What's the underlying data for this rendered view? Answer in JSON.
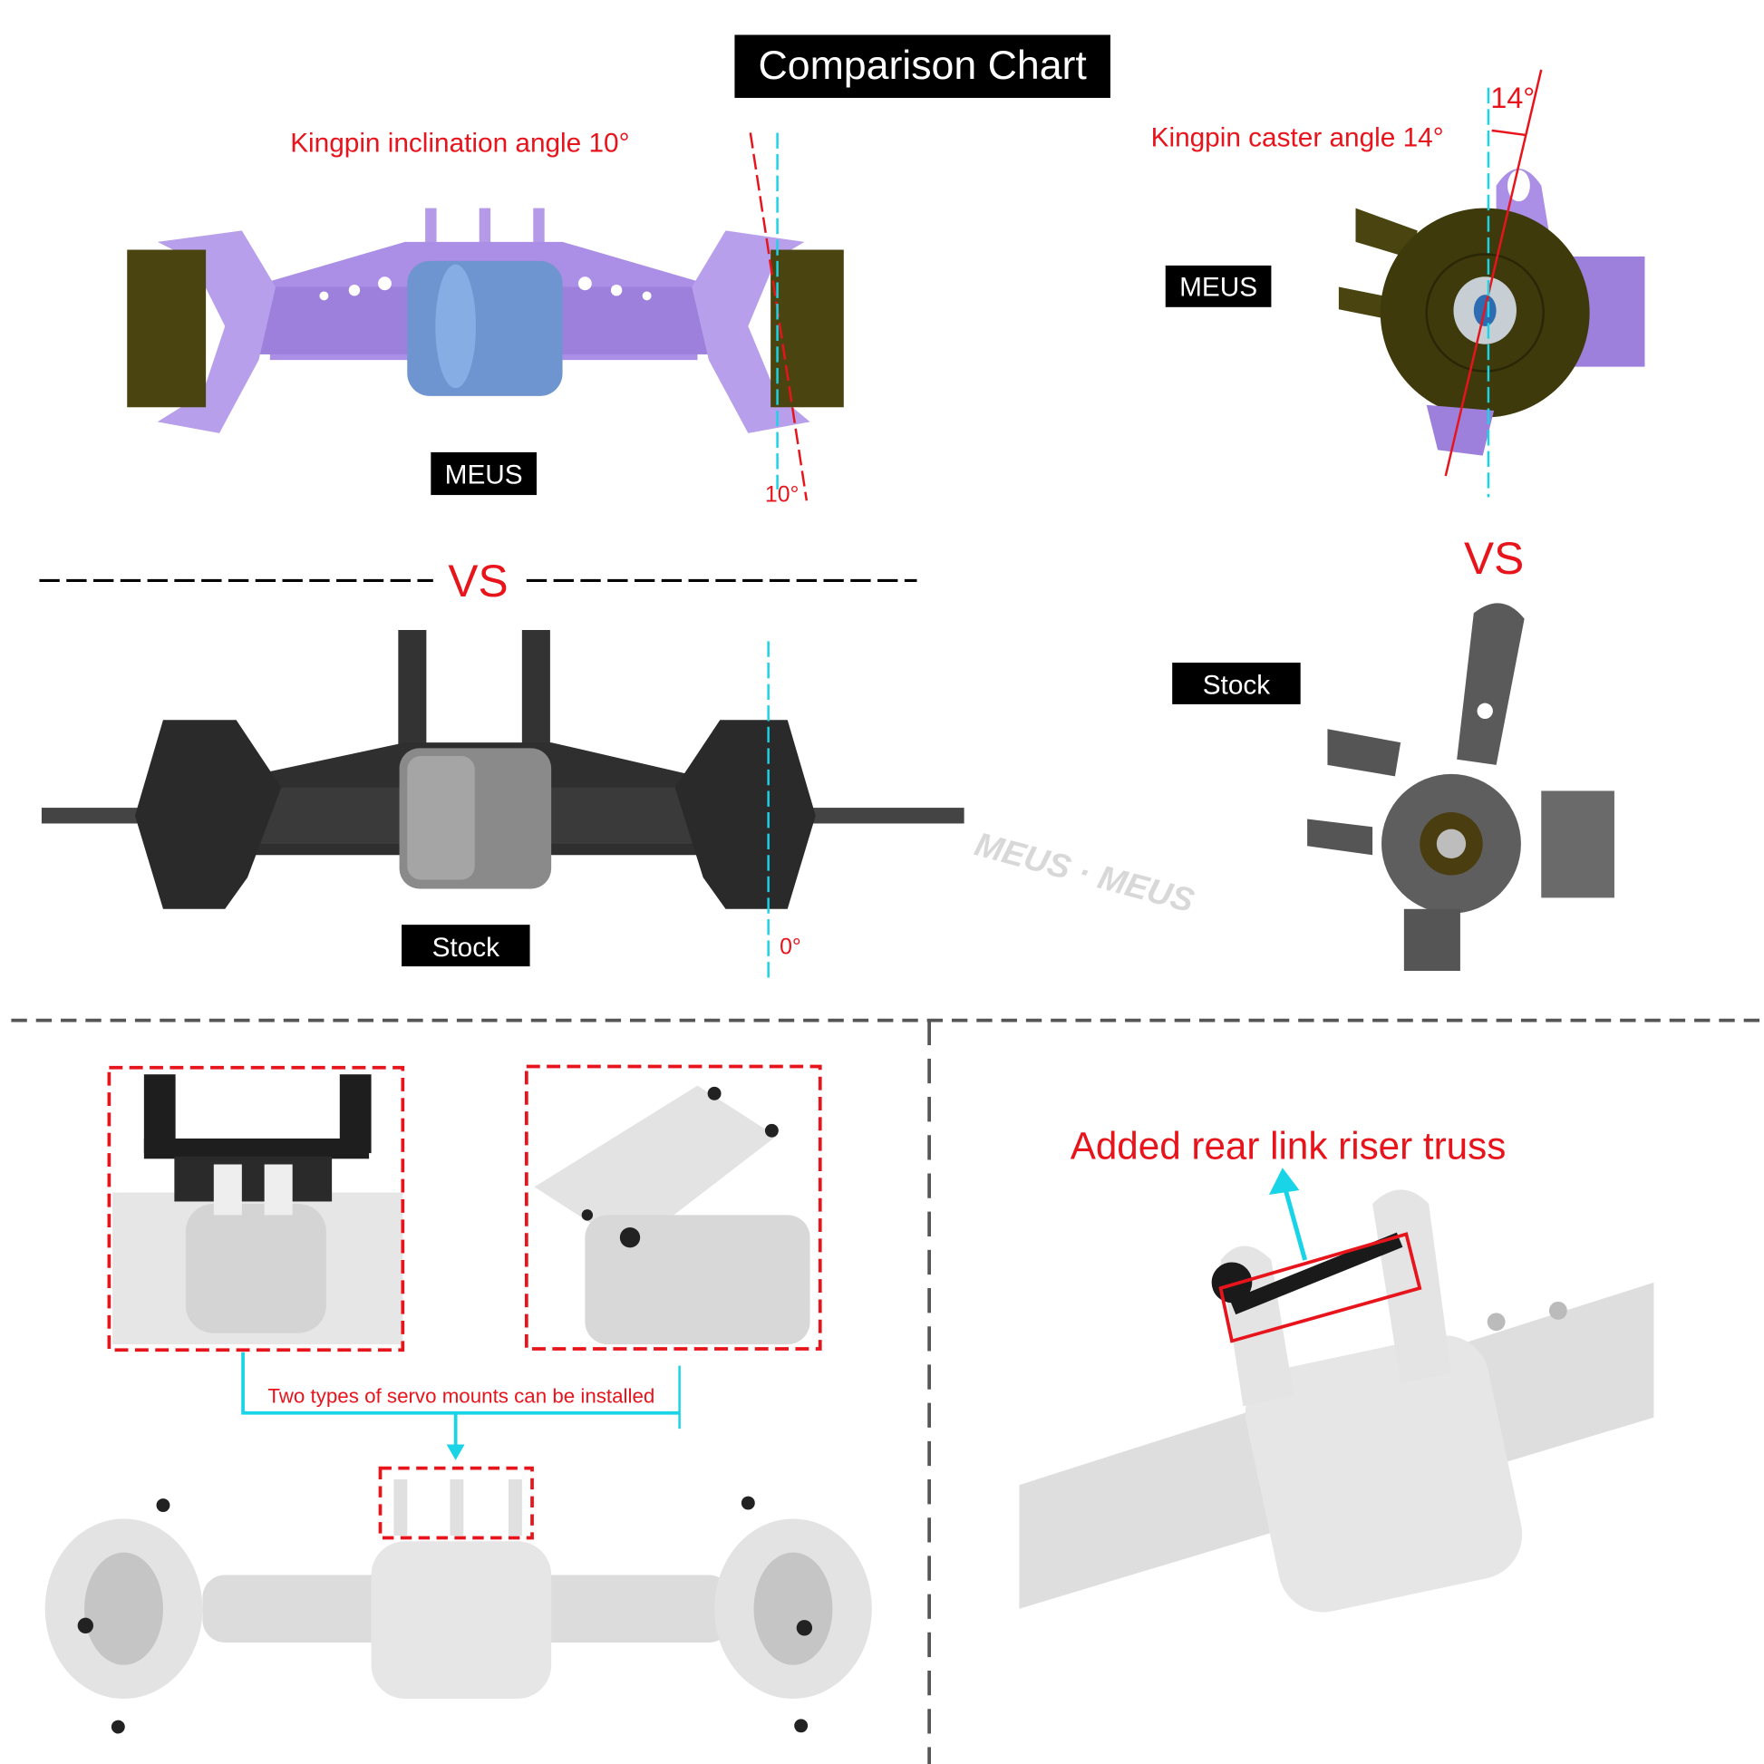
{
  "title": "Comparison Chart",
  "top_left": {
    "annotation": "Kingpin inclination angle  10°",
    "angle_label": "10°",
    "meus_badge": "MEUS",
    "vs_label": "VS",
    "stock_badge": "Stock",
    "stock_angle_label": "0°",
    "watermark": "MEUS · MEUS"
  },
  "top_right": {
    "annotation": "Kingpin caster angle 14°",
    "angle_label": "14°",
    "meus_badge": "MEUS",
    "vs_label": "VS",
    "stock_badge": "Stock"
  },
  "bottom_left": {
    "caption": "Two types of servo mounts can be installed"
  },
  "bottom_right": {
    "caption": "Added rear link riser truss"
  },
  "colors": {
    "accent_red": "#e8141c",
    "guide_cyan": "#19d3e6",
    "meus_purple": "#ab8ee6",
    "diff_blue": "#6f95d0",
    "knuckle_olive": "#4a4410",
    "stock_dark": "#3a3a3a",
    "silver": "#d9d9d9"
  }
}
